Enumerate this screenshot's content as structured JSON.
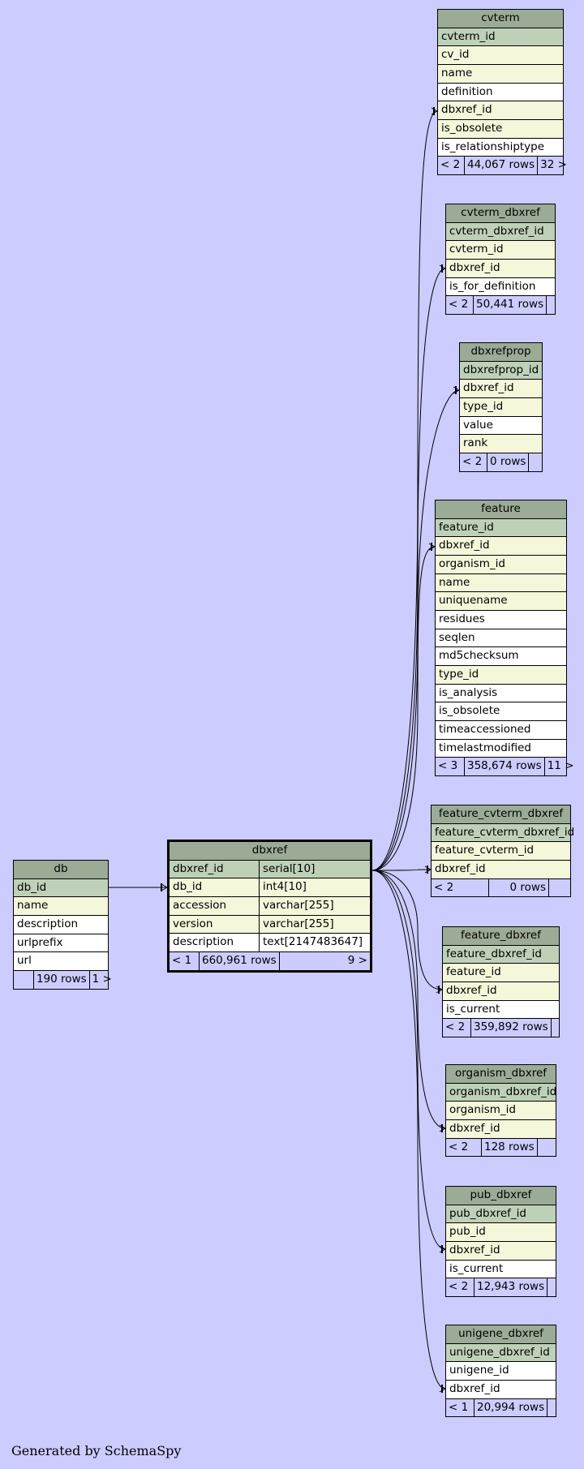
{
  "diagram": {
    "tables": {
      "cvterm": {
        "name": "cvterm",
        "columns": [
          {
            "name": "cvterm_id",
            "kind": "pk"
          },
          {
            "name": "cv_id",
            "kind": "idx"
          },
          {
            "name": "name",
            "kind": "idx"
          },
          {
            "name": "definition",
            "kind": "plain"
          },
          {
            "name": "dbxref_id",
            "kind": "idx"
          },
          {
            "name": "is_obsolete",
            "kind": "idx"
          },
          {
            "name": "is_relationshiptype",
            "kind": "plain"
          }
        ],
        "footer": {
          "parents": "< 2",
          "rows": "44,067 rows",
          "children": "32 >"
        }
      },
      "cvterm_dbxref": {
        "name": "cvterm_dbxref",
        "columns": [
          {
            "name": "cvterm_dbxref_id",
            "kind": "pk"
          },
          {
            "name": "cvterm_id",
            "kind": "idx"
          },
          {
            "name": "dbxref_id",
            "kind": "idx"
          },
          {
            "name": "is_for_definition",
            "kind": "plain"
          }
        ],
        "footer": {
          "parents": "< 2",
          "rows": "50,441 rows",
          "children": ""
        }
      },
      "dbxrefprop": {
        "name": "dbxrefprop",
        "columns": [
          {
            "name": "dbxrefprop_id",
            "kind": "pk"
          },
          {
            "name": "dbxref_id",
            "kind": "idx"
          },
          {
            "name": "type_id",
            "kind": "idx"
          },
          {
            "name": "value",
            "kind": "plain"
          },
          {
            "name": "rank",
            "kind": "idx"
          }
        ],
        "footer": {
          "parents": "< 2",
          "rows": "0 rows",
          "children": ""
        }
      },
      "feature": {
        "name": "feature",
        "columns": [
          {
            "name": "feature_id",
            "kind": "pk"
          },
          {
            "name": "dbxref_id",
            "kind": "idx"
          },
          {
            "name": "organism_id",
            "kind": "idx"
          },
          {
            "name": "name",
            "kind": "idx"
          },
          {
            "name": "uniquename",
            "kind": "idx"
          },
          {
            "name": "residues",
            "kind": "plain"
          },
          {
            "name": "seqlen",
            "kind": "plain"
          },
          {
            "name": "md5checksum",
            "kind": "plain"
          },
          {
            "name": "type_id",
            "kind": "idx"
          },
          {
            "name": "is_analysis",
            "kind": "plain"
          },
          {
            "name": "is_obsolete",
            "kind": "plain"
          },
          {
            "name": "timeaccessioned",
            "kind": "plain"
          },
          {
            "name": "timelastmodified",
            "kind": "plain"
          }
        ],
        "footer": {
          "parents": "< 3",
          "rows": "358,674 rows",
          "children": "11 >"
        }
      },
      "feature_cvterm_dbxref": {
        "name": "feature_cvterm_dbxref",
        "columns": [
          {
            "name": "feature_cvterm_dbxref_id",
            "kind": "pk"
          },
          {
            "name": "feature_cvterm_id",
            "kind": "idx"
          },
          {
            "name": "dbxref_id",
            "kind": "idx"
          }
        ],
        "footer": {
          "parents": "< 2",
          "rows": "0 rows",
          "children": ""
        }
      },
      "feature_dbxref": {
        "name": "feature_dbxref",
        "columns": [
          {
            "name": "feature_dbxref_id",
            "kind": "pk"
          },
          {
            "name": "feature_id",
            "kind": "idx"
          },
          {
            "name": "dbxref_id",
            "kind": "idx"
          },
          {
            "name": "is_current",
            "kind": "plain"
          }
        ],
        "footer": {
          "parents": "< 2",
          "rows": "359,892 rows",
          "children": ""
        }
      },
      "organism_dbxref": {
        "name": "organism_dbxref",
        "columns": [
          {
            "name": "organism_dbxref_id",
            "kind": "pk"
          },
          {
            "name": "organism_id",
            "kind": "idx"
          },
          {
            "name": "dbxref_id",
            "kind": "idx"
          }
        ],
        "footer": {
          "parents": "< 2",
          "rows": "128 rows",
          "children": ""
        }
      },
      "pub_dbxref": {
        "name": "pub_dbxref",
        "columns": [
          {
            "name": "pub_dbxref_id",
            "kind": "pk"
          },
          {
            "name": "pub_id",
            "kind": "idx"
          },
          {
            "name": "dbxref_id",
            "kind": "idx"
          },
          {
            "name": "is_current",
            "kind": "plain"
          }
        ],
        "footer": {
          "parents": "< 2",
          "rows": "12,943 rows",
          "children": ""
        }
      },
      "unigene_dbxref": {
        "name": "unigene_dbxref",
        "columns": [
          {
            "name": "unigene_dbxref_id",
            "kind": "pk"
          },
          {
            "name": "unigene_id",
            "kind": "plain"
          },
          {
            "name": "dbxref_id",
            "kind": "plain"
          }
        ],
        "footer": {
          "parents": "< 1",
          "rows": "20,994 rows",
          "children": ""
        }
      },
      "db": {
        "name": "db",
        "columns": [
          {
            "name": "db_id",
            "kind": "pk"
          },
          {
            "name": "name",
            "kind": "idx"
          },
          {
            "name": "description",
            "kind": "plain"
          },
          {
            "name": "urlprefix",
            "kind": "plain"
          },
          {
            "name": "url",
            "kind": "plain"
          }
        ],
        "footer": {
          "parents": "",
          "rows": "190 rows",
          "children": "1 >"
        }
      },
      "dbxref": {
        "name": "dbxref",
        "columns": [
          {
            "name": "dbxref_id",
            "type": "serial[10]",
            "kind": "pk"
          },
          {
            "name": "db_id",
            "type": "int4[10]",
            "kind": "idx"
          },
          {
            "name": "accession",
            "type": "varchar[255]",
            "kind": "idx"
          },
          {
            "name": "version",
            "type": "varchar[255]",
            "kind": "idx"
          },
          {
            "name": "description",
            "type": "text[2147483647]",
            "kind": "plain"
          }
        ],
        "footer": {
          "parents": "< 1",
          "rows": "660,961 rows",
          "children": "9 >"
        }
      }
    },
    "relationships": [
      {
        "from": "dbxref",
        "to": "cvterm",
        "column": "dbxref_id"
      },
      {
        "from": "dbxref",
        "to": "cvterm_dbxref",
        "column": "dbxref_id"
      },
      {
        "from": "dbxref",
        "to": "dbxrefprop",
        "column": "dbxref_id"
      },
      {
        "from": "dbxref",
        "to": "feature",
        "column": "dbxref_id"
      },
      {
        "from": "dbxref",
        "to": "feature_cvterm_dbxref",
        "column": "dbxref_id"
      },
      {
        "from": "dbxref",
        "to": "feature_dbxref",
        "column": "dbxref_id"
      },
      {
        "from": "dbxref",
        "to": "organism_dbxref",
        "column": "dbxref_id"
      },
      {
        "from": "dbxref",
        "to": "pub_dbxref",
        "column": "dbxref_id"
      },
      {
        "from": "dbxref",
        "to": "unigene_dbxref",
        "column": "dbxref_id"
      },
      {
        "from": "db",
        "to": "dbxref",
        "column": "db_id"
      }
    ]
  },
  "footer_text": "Generated by SchemaSpy",
  "colors": {
    "background": "#ccccff",
    "header": "#9bab96",
    "primary_key": "#bed1b8",
    "indexed": "#f4f7da",
    "plain": "#ffffff"
  }
}
